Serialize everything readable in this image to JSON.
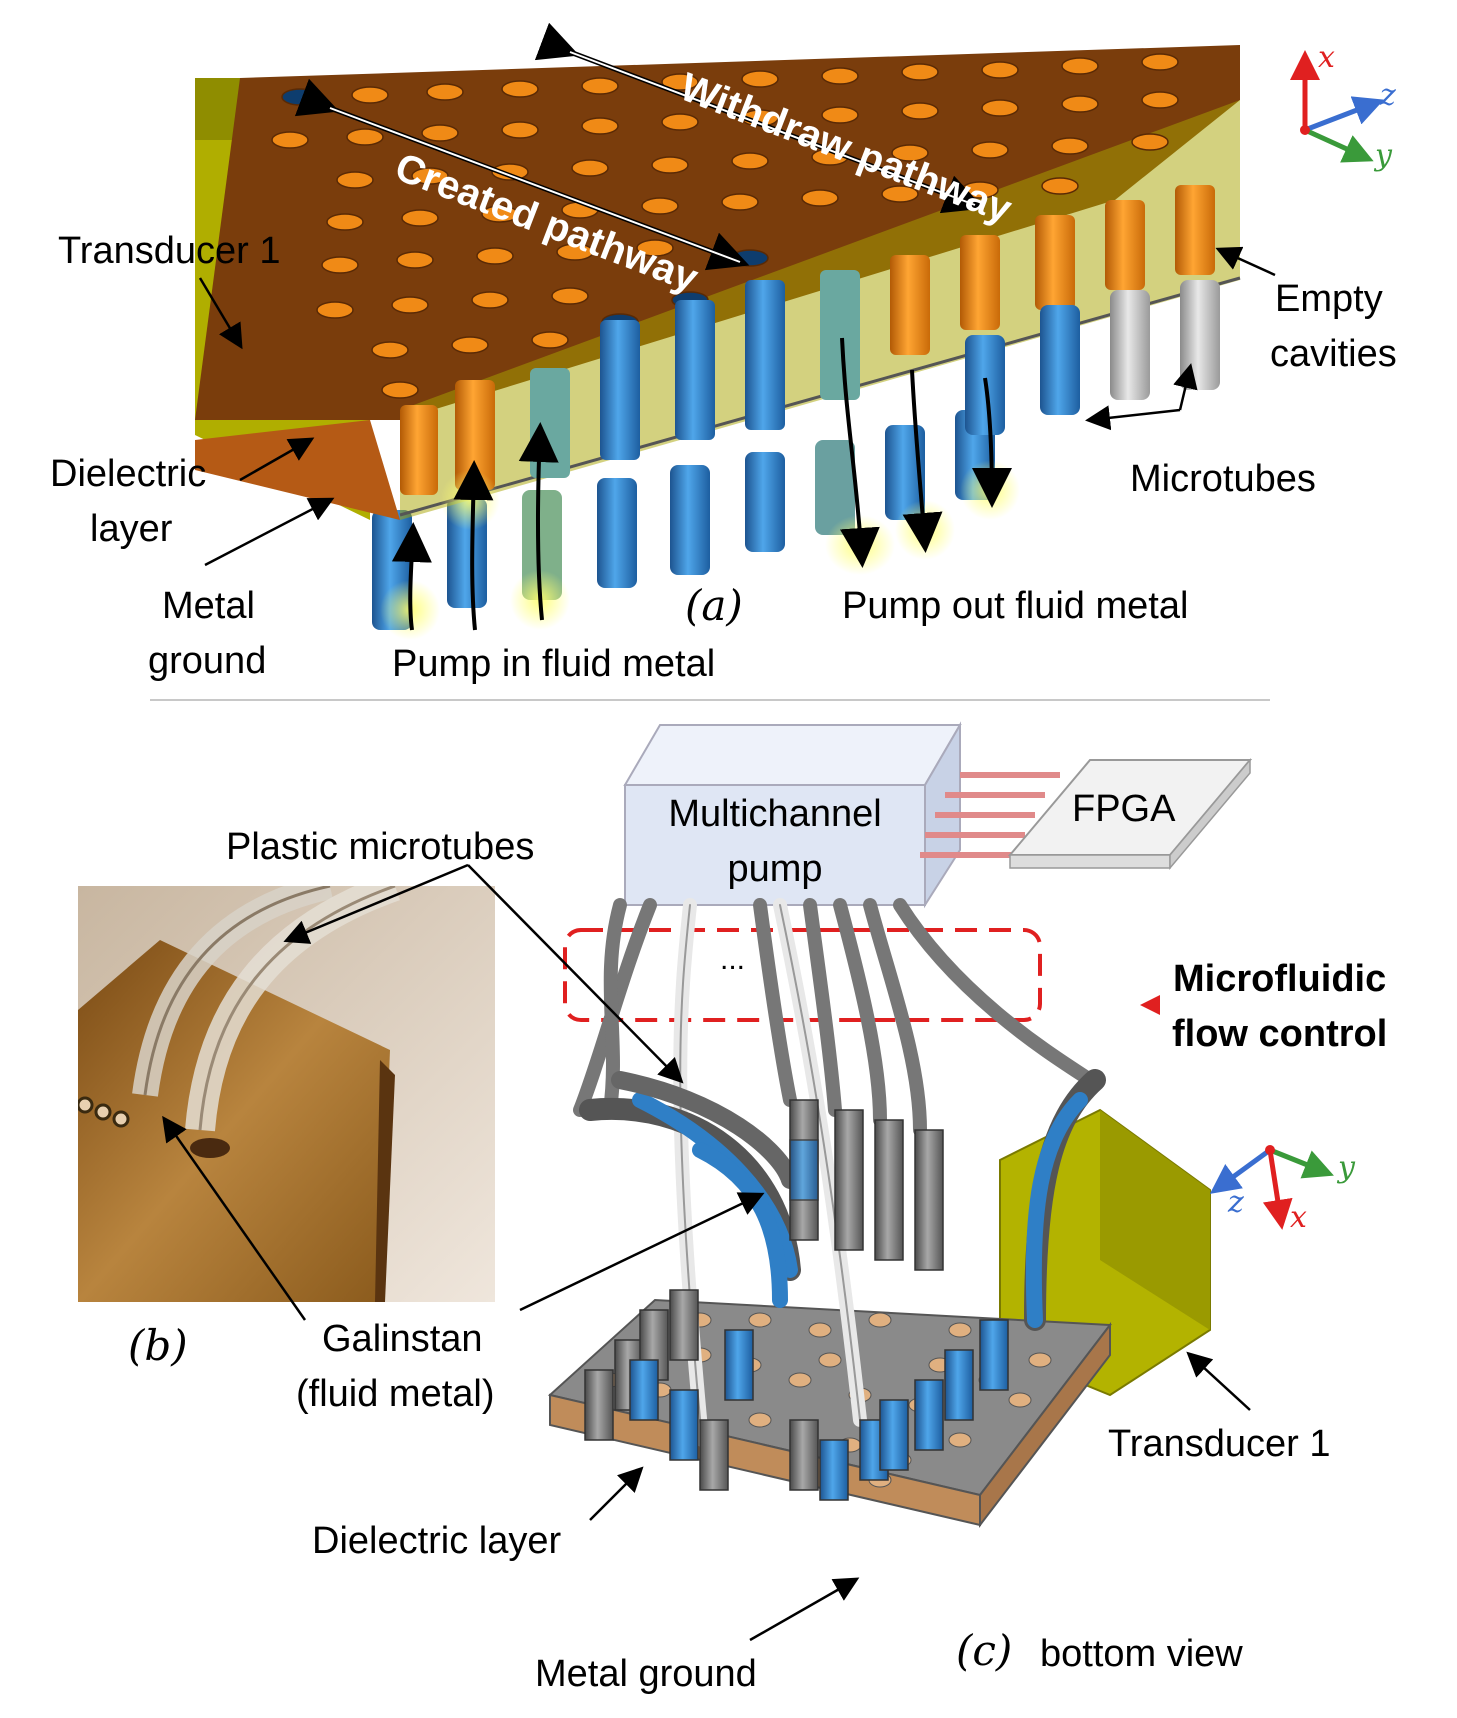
{
  "panel_a": {
    "label": "(a)",
    "created_pathway": "Created pathway",
    "withdraw_pathway": "Withdraw pathway",
    "transducer": "Transducer 1",
    "empty_cavities": [
      "Empty",
      "cavities"
    ],
    "dielectric_layer": [
      "Dielectric",
      "layer"
    ],
    "microtubes": "Microtubes",
    "metal_ground": [
      "Metal",
      "ground"
    ],
    "pump_in": "Pump in fluid metal",
    "pump_out": "Pump out fluid metal"
  },
  "panel_b": {
    "label": "(b)",
    "plastic_microtubes": "Plastic microtubes"
  },
  "panel_c": {
    "label": "(c)",
    "view_caption": "bottom view",
    "pump_label": [
      "Multichannel",
      "pump"
    ],
    "fpga": "FPGA",
    "ellipsis": "...",
    "flow_control": [
      "Microfluidic",
      "flow control"
    ],
    "galinstan": [
      "Galinstan",
      "(fluid metal)"
    ],
    "transducer": "Transducer 1",
    "dielectric_layer": "Dielectric layer",
    "metal_ground": "Metal ground"
  },
  "axes_top": {
    "x": "x",
    "y": "y",
    "z": "z"
  },
  "axes_bottom": {
    "x": "x",
    "y": "y",
    "z": "z"
  },
  "colors": {
    "copper_board": "#7a3d0c",
    "orange_tube": "#f08a16",
    "blue_tube": "#2f7fc6",
    "transducer_yellow": "#b3b300",
    "gray_tube": "#8c8c8c",
    "pump_box": "#dfe6f4",
    "flow_control_red": "#e02020",
    "axis_x": "#e02020",
    "axis_y": "#3a9a3a",
    "axis_z": "#3a6ed0"
  }
}
